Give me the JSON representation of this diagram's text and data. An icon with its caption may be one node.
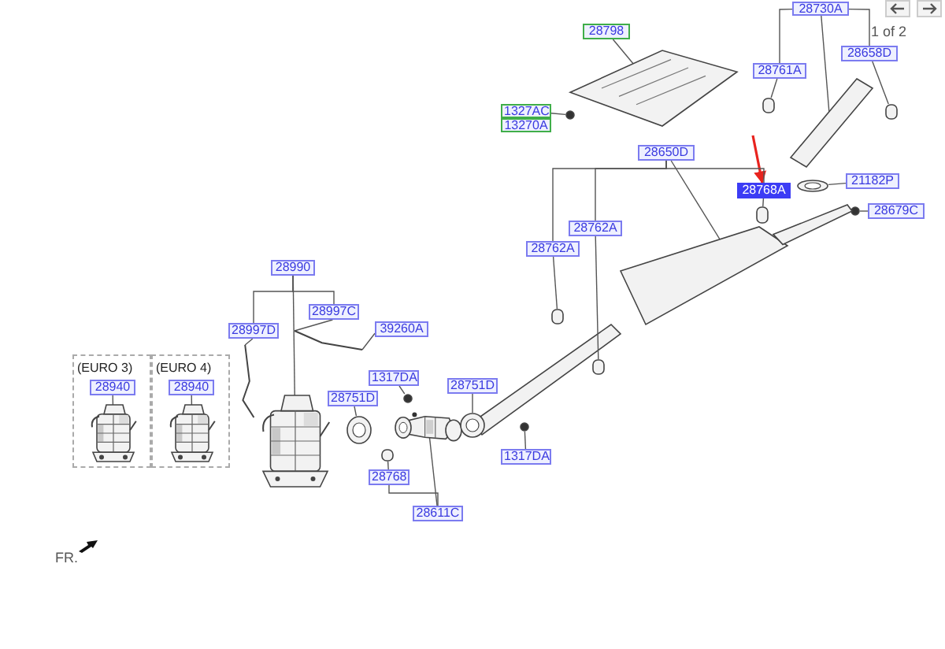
{
  "diagram": {
    "nodes": [
      {
        "text": [
          "28730A"
        ]
      },
      {
        "text": [
          "28798"
        ]
      },
      {
        "text": [
          "28761A"
        ]
      },
      {
        "text": [
          "28658D"
        ]
      },
      {
        "text": [
          "1327AC"
        ]
      },
      {
        "text": [
          "13270A"
        ]
      },
      {
        "text": [
          "28650D"
        ]
      },
      {
        "text": [
          "28768A"
        ]
      },
      {
        "text": [
          "21182P"
        ]
      },
      {
        "text": [
          "28679C"
        ]
      },
      {
        "text": [
          "28762A"
        ]
      },
      {
        "text": [
          "28762A"
        ]
      },
      {
        "text": [
          "28990"
        ]
      },
      {
        "text": [
          "28997C"
        ]
      },
      {
        "text": [
          "28997D"
        ]
      },
      {
        "text": [
          "39260A"
        ]
      },
      {
        "text": [
          "(EURO 3)"
        ]
      },
      {
        "text": [
          "(EURO 4)"
        ]
      },
      {
        "text": [
          "28940"
        ],
        "in": 16
      },
      {
        "text": [
          "28940"
        ],
        "in": 17
      },
      {
        "text": [
          "1317DA"
        ]
      },
      {
        "text": [
          "28751D"
        ]
      },
      {
        "text": [
          "28751D"
        ]
      },
      {
        "text": [
          "1317DA"
        ]
      },
      {
        "text": [
          "28768"
        ]
      },
      {
        "text": [
          "28611C"
        ]
      },
      {
        "text": [],
        "shape": "picture"
      },
      {
        "text": [],
        "shape": "circle"
      },
      {
        "text": [],
        "shape": "picture"
      },
      {
        "text": [],
        "shape": "box"
      },
      {
        "text": [],
        "shape": "box"
      },
      {
        "text": [],
        "shape": "circle"
      },
      {
        "text": [],
        "shape": "circle"
      },
      {
        "text": [],
        "shape": "box"
      },
      {
        "text": [],
        "shape": "picture"
      },
      {
        "text": [],
        "shape": "box"
      },
      {
        "text": [],
        "shape": "box"
      },
      {
        "text": [],
        "shape": "picture"
      },
      {
        "text": [],
        "shape": "picture"
      },
      {
        "text": [],
        "shape": "picture"
      },
      {
        "text": [],
        "shape": "picture",
        "in": 16
      },
      {
        "text": [],
        "shape": "picture",
        "in": 17
      },
      {
        "text": [],
        "shape": "circle"
      },
      {
        "text": [],
        "shape": "circle"
      },
      {
        "text": [],
        "shape": "box"
      },
      {
        "text": [],
        "shape": "picture"
      },
      {
        "text": [],
        "shape": "circle"
      },
      {
        "text": [],
        "shape": "circle"
      }
    ],
    "edges": [
      {
        "from": 1,
        "to": 26,
        "arrow": "none"
      },
      {
        "from": 4,
        "to": 27,
        "arrow": "none"
      },
      {
        "from": 0,
        "to": 28,
        "arrow": "none"
      },
      {
        "from": 2,
        "to": 29,
        "arrow": "none"
      },
      {
        "from": 3,
        "to": 30,
        "arrow": "none"
      },
      {
        "from": 8,
        "to": 31,
        "arrow": "none"
      },
      {
        "from": 9,
        "to": 32,
        "arrow": "none"
      },
      {
        "from": 7,
        "to": 33,
        "arrow": "none"
      },
      {
        "from": null,
        "to": 7,
        "arrow": "to",
        "color": "#e8231e"
      },
      {
        "from": 6,
        "to": 34,
        "arrow": "none"
      },
      {
        "from": 10,
        "to": 35,
        "arrow": "none"
      },
      {
        "from": 11,
        "to": 36,
        "arrow": "none"
      },
      {
        "from": 12,
        "to": 37,
        "arrow": "none"
      },
      {
        "from": 14,
        "to": 38,
        "arrow": "none"
      },
      {
        "from": 13,
        "to": 39,
        "arrow": "none"
      },
      {
        "from": 15,
        "to": 39,
        "arrow": "none"
      },
      {
        "from": 18,
        "to": 40,
        "arrow": "none"
      },
      {
        "from": 19,
        "to": 41,
        "arrow": "none"
      },
      {
        "from": 20,
        "to": 42,
        "arrow": "none"
      },
      {
        "from": 22,
        "to": 43,
        "arrow": "none"
      },
      {
        "from": 24,
        "to": 44,
        "arrow": "none"
      },
      {
        "from": 25,
        "to": 45,
        "arrow": "none"
      },
      {
        "from": 21,
        "to": 46,
        "arrow": "none"
      },
      {
        "from": 23,
        "to": 47,
        "arrow": "none"
      },
      {
        "from": 6,
        "to": 11,
        "arrow": "none"
      },
      {
        "from": 6,
        "to": 10,
        "arrow": "none"
      },
      {
        "from": 6,
        "to": 7,
        "arrow": "none"
      },
      {
        "from": 0,
        "to": 2,
        "arrow": "none"
      },
      {
        "from": 0,
        "to": 3,
        "arrow": "none"
      },
      {
        "from": 12,
        "to": 14,
        "arrow": "none"
      },
      {
        "from": 12,
        "to": 13,
        "arrow": "none"
      },
      {
        "from": 25,
        "to": 24,
        "arrow": "none"
      }
    ],
    "labels": [
      "1 of 2",
      "FR."
    ]
  }
}
